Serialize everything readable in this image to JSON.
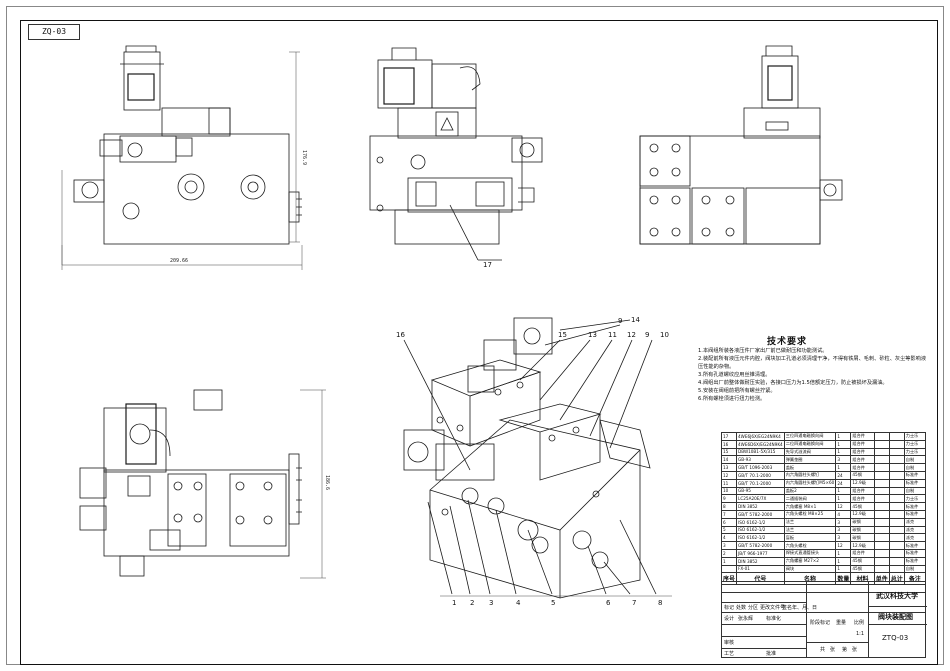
{
  "drawing_number_tag": "ZQ-03",
  "dimensions": {
    "front_width": "209.66",
    "front_height": "176.9",
    "iso_side_height": "186.6"
  },
  "callouts": [
    "1",
    "2",
    "3",
    "4",
    "5",
    "6",
    "7",
    "8",
    "9",
    "10",
    "11",
    "12",
    "13",
    "14",
    "15",
    "16",
    "17",
    "9"
  ],
  "tech_requirements": {
    "title": "技术要求",
    "items": [
      "1.本阀组所装各液压件厂家出厂前已做耐压和功能测试。",
      "2.装配前所有液压元件内腔，阀块加工孔道必须清理干净，不得有铁屑、毛刺、砂粒、灰尘等影响液压性能的杂物。",
      "3.所有孔道螺纹应用丝锥清理。",
      "4.阀组出厂前整体做耐压实验，各接口压力为1.5倍额定压力，防止被损坏及漏油。",
      "5.安装在阀组前把所有螺丝拧紧。",
      "6.所有螺栓须进行扭力检测。"
    ]
  },
  "bom": {
    "headers": [
      "序号",
      "代号",
      "名称",
      "数量",
      "材料",
      "单件",
      "总计",
      "备注"
    ],
    "rows": [
      [
        "17",
        "4WE6J6X/EG24N9K4",
        "三位四通电磁换向阀",
        "1",
        "组合件",
        "",
        "",
        "力士乐"
      ],
      [
        "16",
        "4WE6D6X/EG24N9K4",
        "二位四通电磁换向阀",
        "1",
        "组合件",
        "",
        "",
        "力士乐"
      ],
      [
        "15",
        "DBW10B1-5X/315",
        "先导式溢流阀",
        "1",
        "组合件",
        "",
        "",
        "力士乐"
      ],
      [
        "14",
        "GB-93",
        "弹簧垫圈",
        "3",
        "组合件",
        "",
        "",
        "自制"
      ],
      [
        "13",
        "GB/T 1096-2003",
        "盖板",
        "1",
        "组合件",
        "",
        "",
        "自制"
      ],
      [
        "12",
        "GB/T 70.1-2000",
        "内六角圆柱头螺钉",
        "24",
        "45钢",
        "",
        "",
        "标准件"
      ],
      [
        "11",
        "GB/T 70.1-2000",
        "内六角圆柱头螺钉M5×60",
        "24",
        "12.9级",
        "",
        "",
        "标准件"
      ],
      [
        "10",
        "GB-95",
        "盖板2",
        "1",
        "组合件",
        "",
        "",
        "自制"
      ],
      [
        "9",
        "LC25A20E/7X",
        "二通插装阀",
        "1",
        "组合件",
        "",
        "",
        "力士乐"
      ],
      [
        "8",
        "DIN 3852",
        "六角螺塞 M8×1",
        "12",
        "45钢",
        "",
        "",
        "标准件"
      ],
      [
        "7",
        "GB/T 5782-2000",
        "六角头螺栓 M8×25",
        "4",
        "12.9级",
        "",
        "",
        "标准件"
      ],
      [
        "6",
        "ISO 6162-1/2",
        "法兰",
        "3",
        "碳钢",
        "",
        "",
        "派克"
      ],
      [
        "5",
        "ISO 6162-1/2",
        "法兰",
        "3",
        "碳钢",
        "",
        "",
        "派克"
      ],
      [
        "4",
        "ISO 6162-1/2",
        "盲板",
        "3",
        "碳钢",
        "",
        "",
        "派克"
      ],
      [
        "3",
        "GB/T 5782-2000",
        "六角头螺栓",
        "12",
        "12.9级",
        "",
        "",
        "标准件"
      ],
      [
        "2",
        "JB/T 966-1977",
        "焊接式直通管接头",
        "1",
        "组合件",
        "",
        "",
        "标准件"
      ],
      [
        "1",
        "DIN 3852",
        "六角螺塞 M27×2",
        "1",
        "45钢",
        "",
        "",
        "标准件"
      ],
      [
        "",
        "FX-01",
        "阀块",
        "1",
        "45钢",
        "",
        "",
        "自制"
      ]
    ]
  },
  "title_block": {
    "school": "武汉科技大学",
    "drawing_name": "阀块装配图",
    "drawing_code": "ZTQ-03",
    "scale": "1:1",
    "labels": {
      "mark": "标记",
      "count": "处数",
      "zone": "分区",
      "change_doc": "更改文件号",
      "sign": "签名",
      "date": "年、月、日",
      "design": "设计",
      "designer": "张永辉",
      "standardize": "标准化",
      "stage_mark": "阶段标记",
      "weight": "重量",
      "ratio": "比例",
      "review": "审核",
      "process": "工艺",
      "approve": "批准",
      "sheets_total": "共",
      "sheet": "张",
      "sheet_no": "第"
    }
  },
  "colors": {
    "line": "#1a1a1a",
    "dim": "#444444"
  }
}
